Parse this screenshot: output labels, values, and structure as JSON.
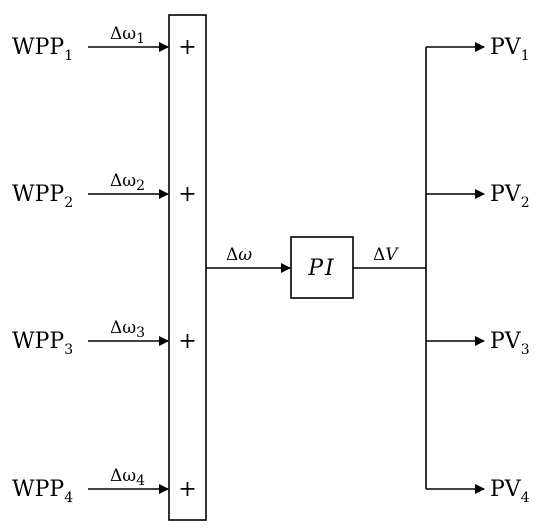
{
  "inputs": [
    {
      "name": "WPP",
      "index": "1",
      "signal": "Δω",
      "signal_index": "1",
      "sign": "+"
    },
    {
      "name": "WPP",
      "index": "2",
      "signal": "Δω",
      "signal_index": "2",
      "sign": "+"
    },
    {
      "name": "WPP",
      "index": "3",
      "signal": "Δω",
      "signal_index": "3",
      "sign": "+"
    },
    {
      "name": "WPP",
      "index": "4",
      "signal": "Δω",
      "signal_index": "4",
      "sign": "+"
    }
  ],
  "sum_output": {
    "delta": "Δ",
    "symbol": "ω"
  },
  "controller": {
    "label": "PI"
  },
  "controller_output": {
    "delta": "Δ",
    "symbol": "V"
  },
  "outputs": [
    {
      "name": "PV",
      "index": "1"
    },
    {
      "name": "PV",
      "index": "2"
    },
    {
      "name": "PV",
      "index": "3"
    },
    {
      "name": "PV",
      "index": "4"
    }
  ]
}
